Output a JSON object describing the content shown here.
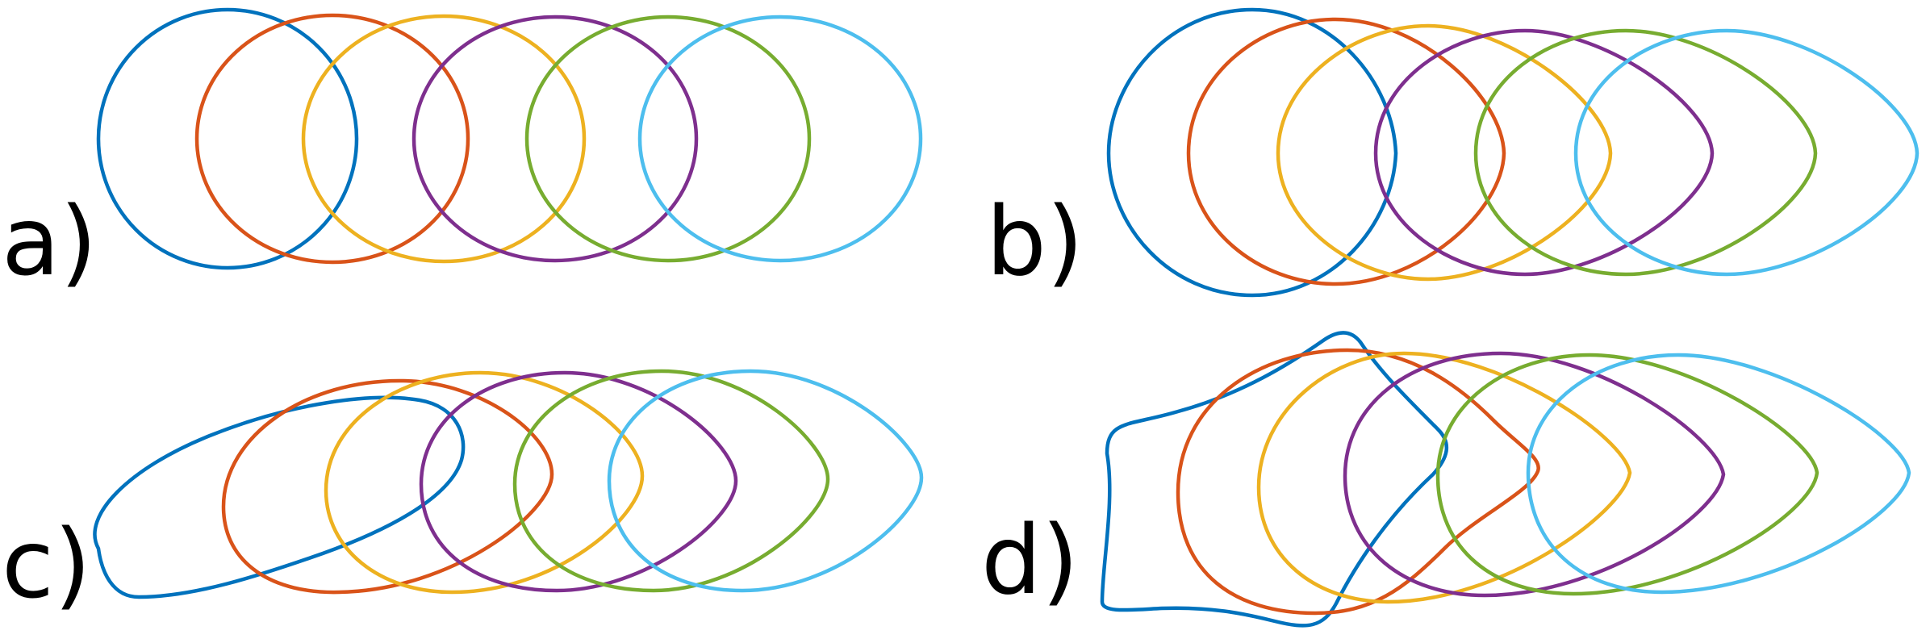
{
  "colors": {
    "blue": "#0072BD",
    "orange": "#D95319",
    "yellow": "#EDB120",
    "purple": "#7E2F8E",
    "green": "#77AC30",
    "light_blue": "#4DBEEE",
    "label": "#000000",
    "background": "#FFFFFF"
  },
  "panels": [
    {
      "label": "a)",
      "curve_colors": [
        "blue",
        "orange",
        "yellow",
        "purple",
        "green",
        "light_blue"
      ]
    },
    {
      "label": "b)",
      "curve_colors": [
        "blue",
        "orange",
        "yellow",
        "purple",
        "green",
        "light_blue"
      ]
    },
    {
      "label": "c)",
      "curve_colors": [
        "blue",
        "orange",
        "yellow",
        "purple",
        "green",
        "light_blue"
      ]
    },
    {
      "label": "d)",
      "curve_colors": [
        "blue",
        "orange",
        "yellow",
        "purple",
        "green",
        "light_blue"
      ]
    }
  ]
}
